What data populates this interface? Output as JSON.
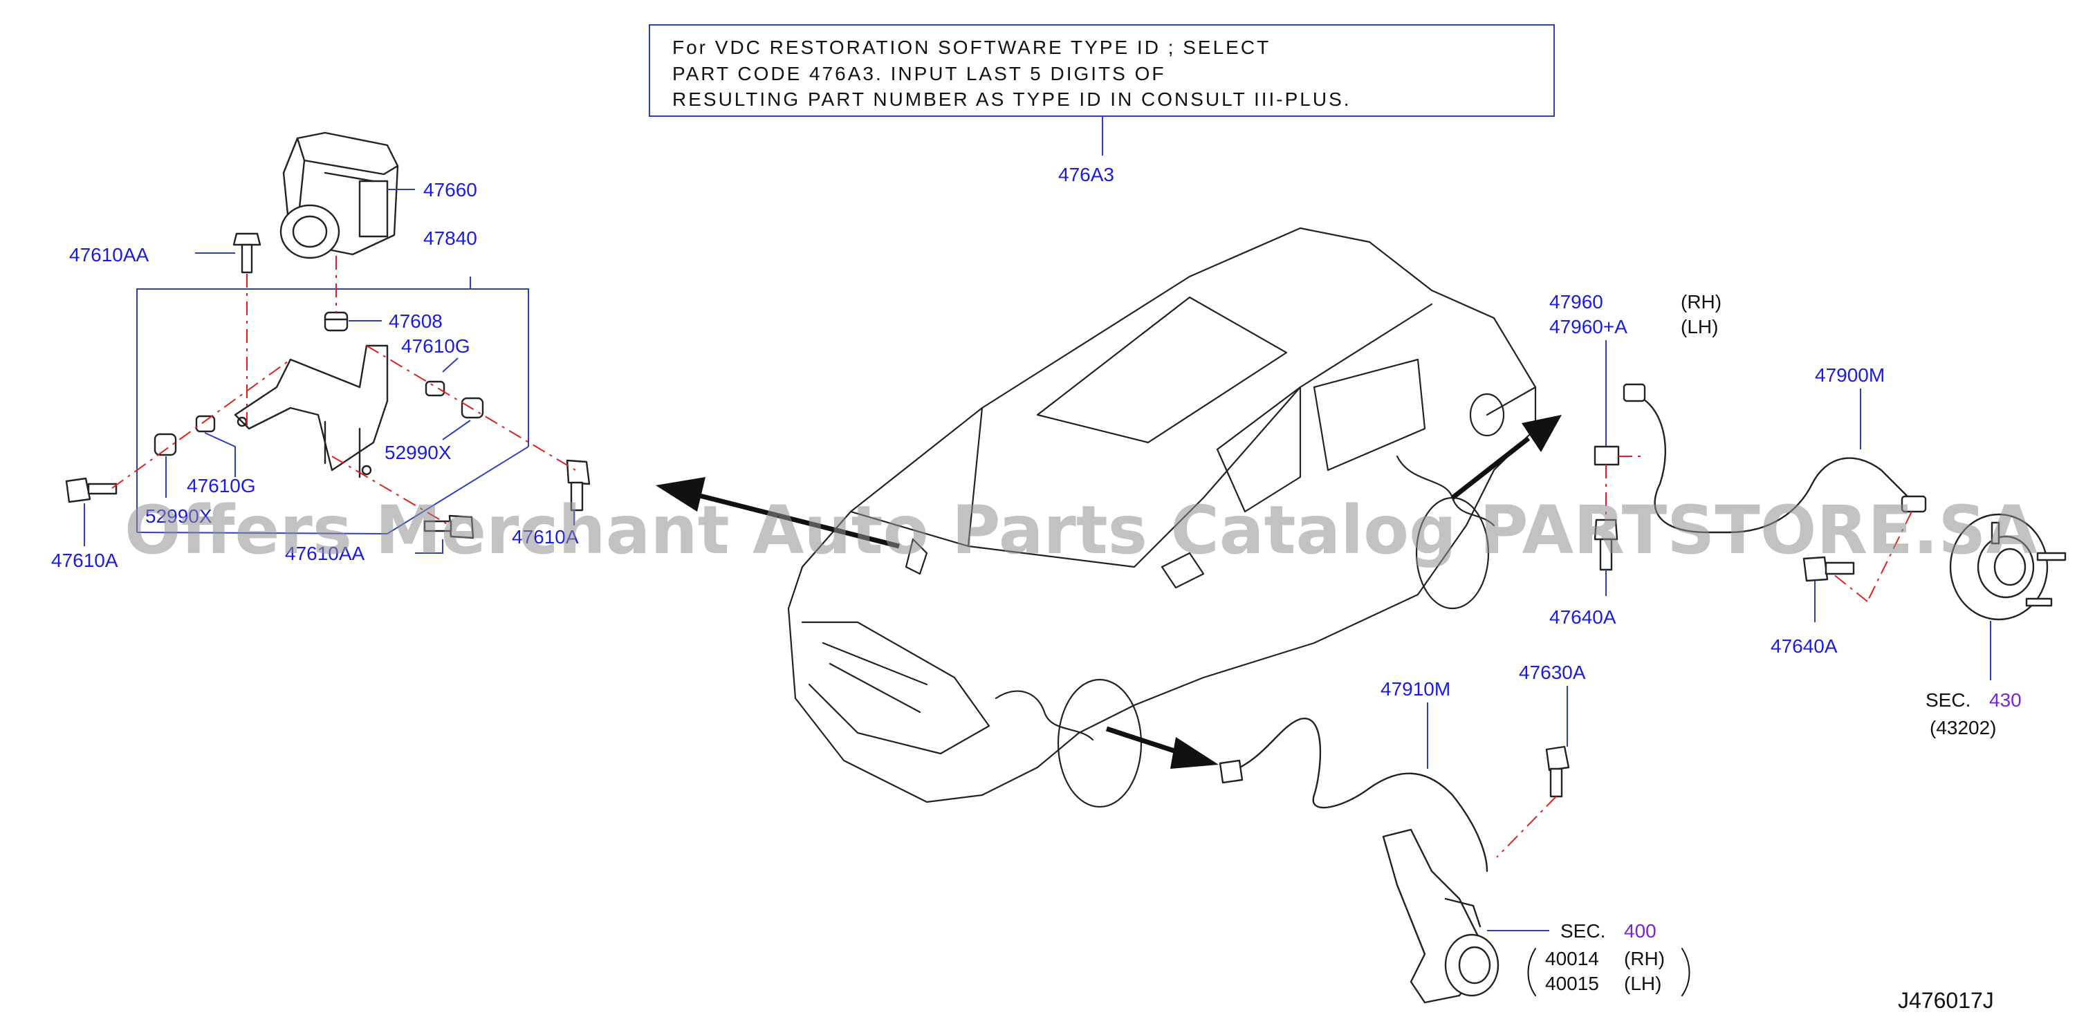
{
  "note": {
    "lines": [
      "For VDC RESTORATION SOFTWARE TYPE ID ; SELECT",
      "PART CODE 476A3. INPUT LAST 5 DIGITS OF",
      "RESULTING PART NUMBER AS TYPE ID IN CONSULT III-PLUS."
    ],
    "callout": "476A3"
  },
  "labels": {
    "p47660": "47660",
    "p47610AA_top": "47610AA",
    "p47840": "47840",
    "p47608": "47608",
    "p47610G_right": "47610G",
    "p52990X_right": "52990X",
    "p47610G_left": "47610G",
    "p52990X_left": "52990X",
    "p47610A_left": "47610A",
    "p47610AA_bottom": "47610AA",
    "p47610A_right": "47610A",
    "p47960": "47960",
    "p47960A": "47960+A",
    "rh": "(RH)",
    "lh": "(LH)",
    "p47900M": "47900M",
    "p47640A_1": "47640A",
    "p47640A_2": "47640A",
    "sec_word_1": "SEC.",
    "sec_num_1": "430",
    "sec_sub_1": "(43202)",
    "p47910M": "47910M",
    "p47630A": "47630A",
    "sec_word_2": "SEC.",
    "sec_num_2": "400",
    "p40014": "40014",
    "p40015": "40015",
    "rh2": "(RH)",
    "lh2": "(LH)"
  },
  "watermark": "Offers Merchant Auto Parts Catalog PARTSTORE.SA",
  "figure_ref": "J476017J",
  "colors": {
    "label_blue": "#1a1ae6",
    "section_purple": "#7a22e0",
    "leader_blue": "#2b3fbf",
    "dash_red": "#e02020"
  }
}
